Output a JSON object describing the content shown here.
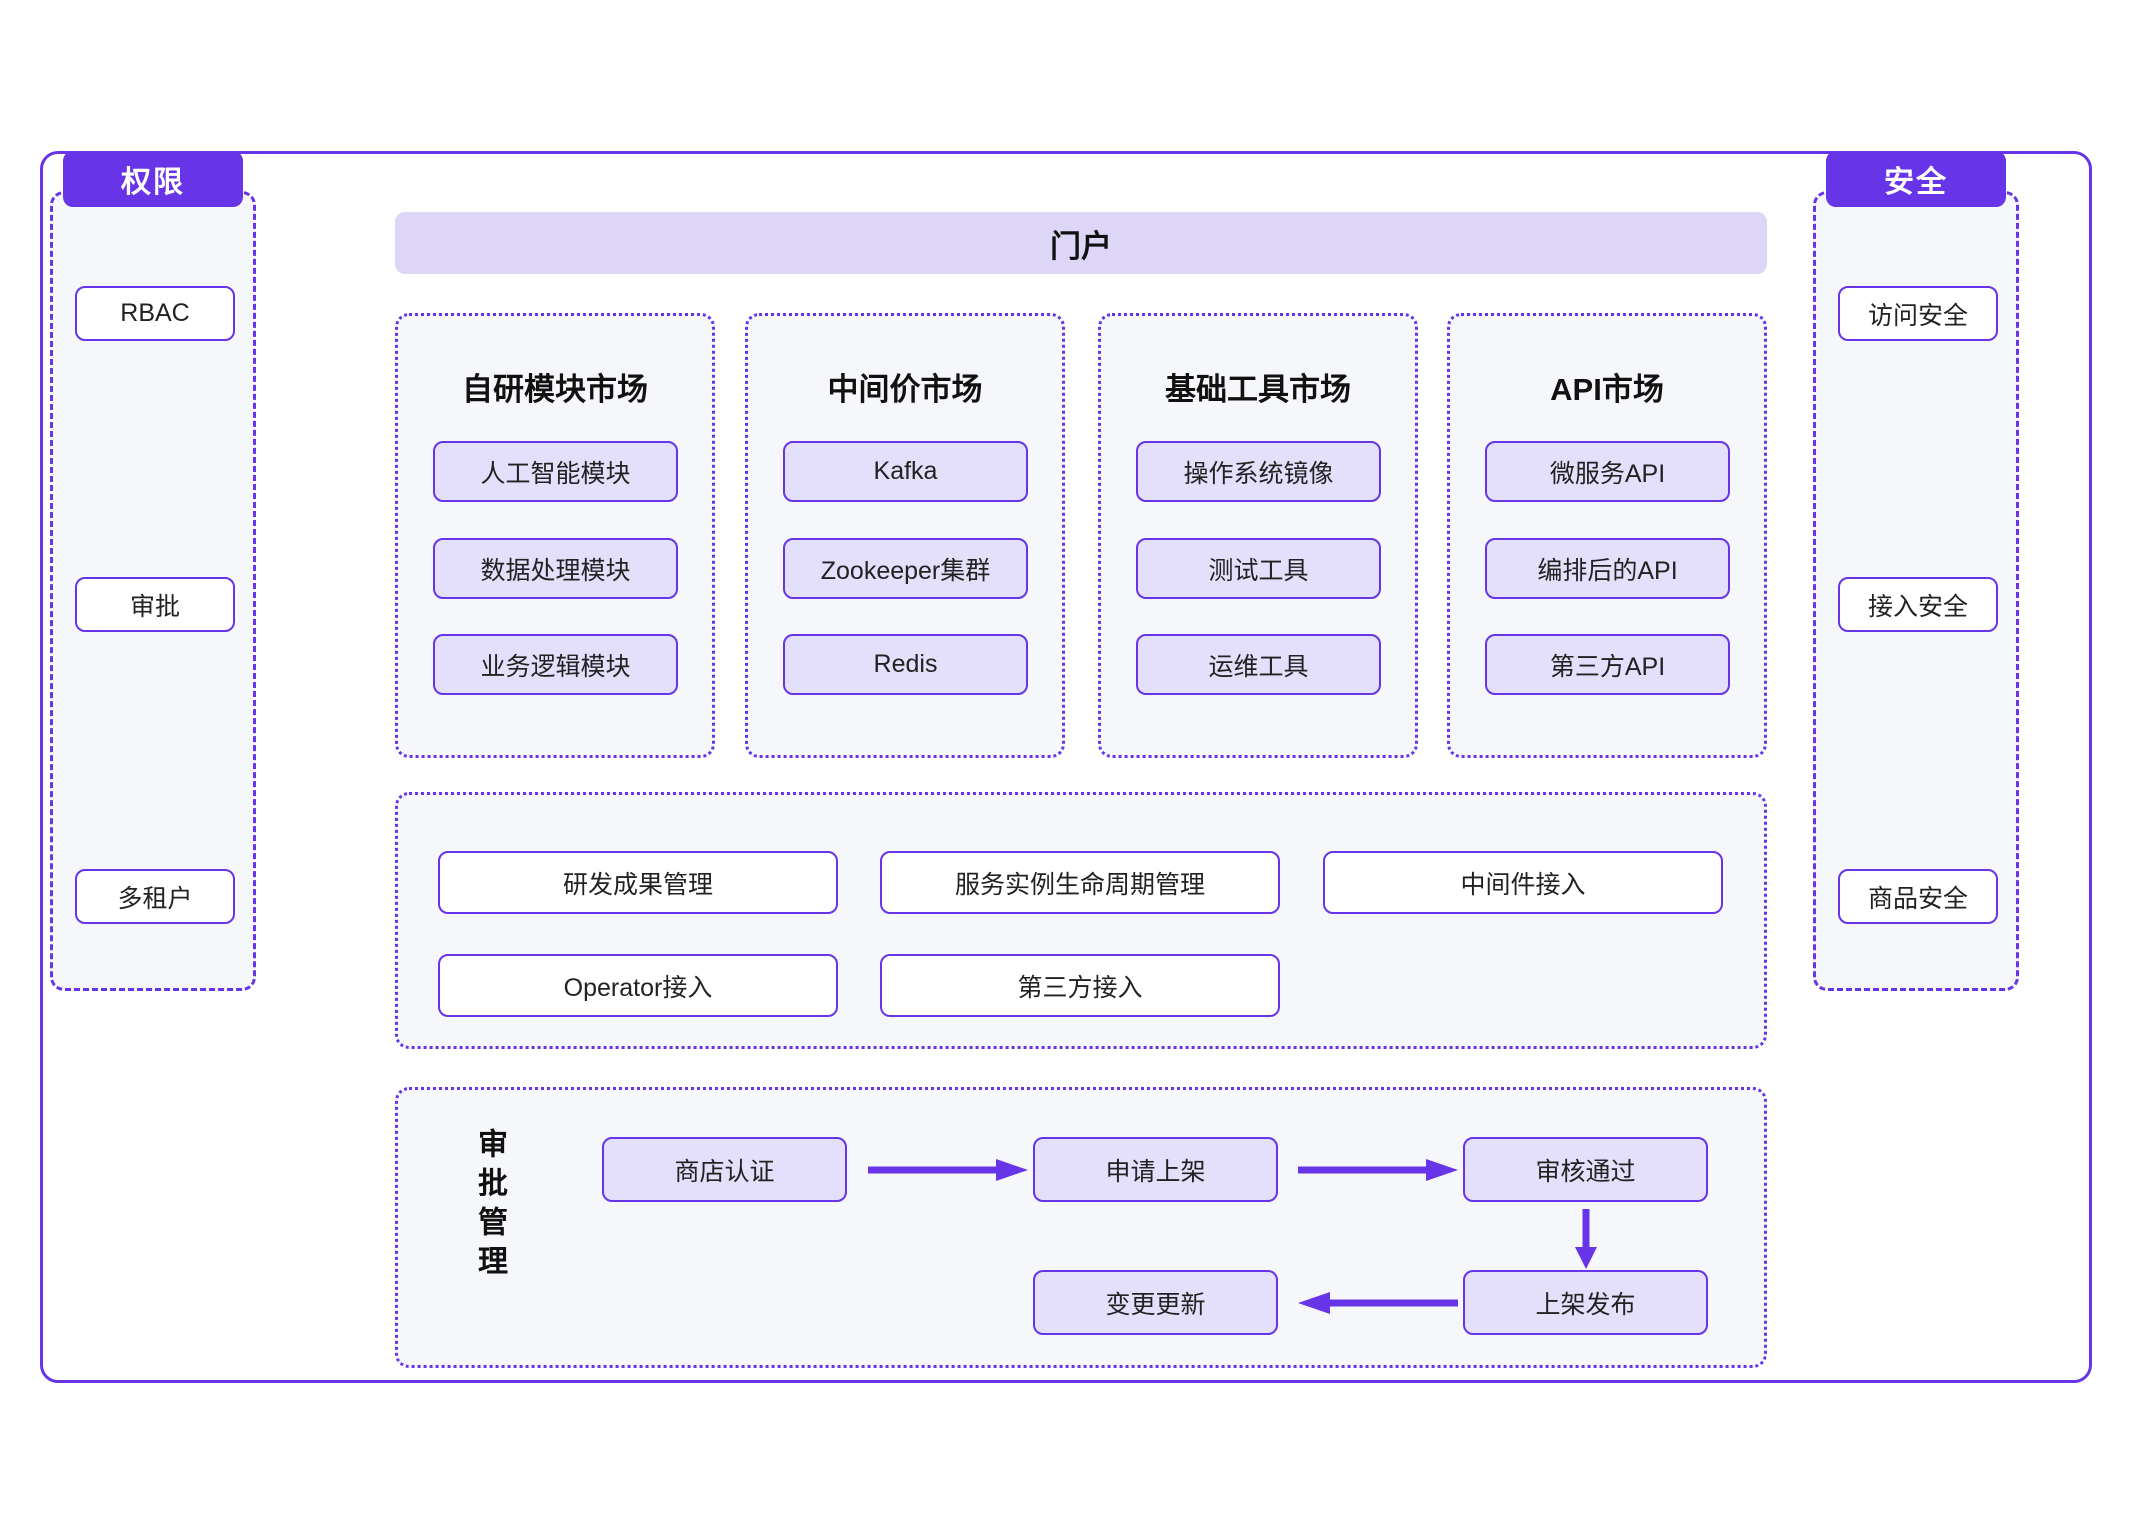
{
  "colors": {
    "accent": "#6734e8",
    "chip_fill": "#e4dffa",
    "portal_fill": "#ddd6f7",
    "panel_bg": "#f6f7fa"
  },
  "left_column": {
    "header": "权限",
    "items": [
      {
        "label": "RBAC"
      },
      {
        "label": "审批"
      },
      {
        "label": "多租户"
      }
    ]
  },
  "right_column": {
    "header": "安全",
    "items": [
      {
        "label": "访问安全"
      },
      {
        "label": "接入安全"
      },
      {
        "label": "商品安全"
      }
    ]
  },
  "portal": {
    "label": "门户"
  },
  "markets": [
    {
      "title": "自研模块市场",
      "items": [
        "人工智能模块",
        "数据处理模块",
        "业务逻辑模块"
      ]
    },
    {
      "title": "中间价市场",
      "items": [
        "Kafka",
        "Zookeeper集群",
        "Redis"
      ]
    },
    {
      "title": "基础工具市场",
      "items": [
        "操作系统镜像",
        "测试工具",
        "运维工具"
      ]
    },
    {
      "title": "API市场",
      "items": [
        "微服务API",
        "编排后的API",
        "第三方API"
      ]
    }
  ],
  "capabilities": {
    "row1": [
      "研发成果管理",
      "服务实例生命周期管理",
      "中间件接入"
    ],
    "row2": [
      "Operator接入",
      "第三方接入"
    ]
  },
  "approval": {
    "label": "审批管理",
    "nodes": {
      "store_cert": "商店认证",
      "apply_listing": "申请上架",
      "review_passed": "审核通过",
      "publish": "上架发布",
      "change_update": "变更更新"
    }
  }
}
